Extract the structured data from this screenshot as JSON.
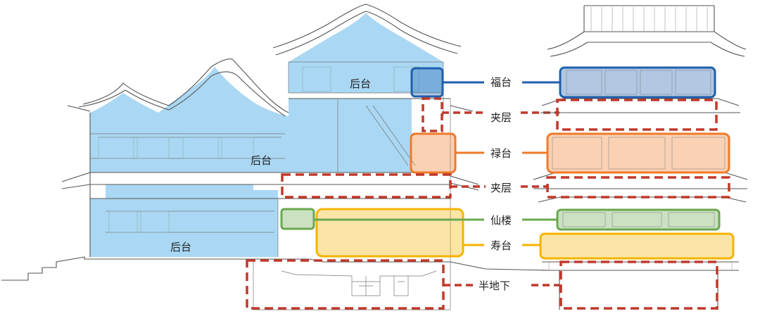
{
  "colors": {
    "fu_tai": "#1f5fad",
    "lu_tai": "#f07a2a",
    "shou_tai": "#f4b400",
    "xian_lou": "#6aa84f",
    "mezzanine": "#c0392b",
    "back_stage": "#8ecbf0"
  },
  "back_stage": {
    "upper": "后台",
    "middle": "后台",
    "lower": "后台"
  },
  "legend": {
    "fu_tai": "福台",
    "mezzanine_upper": "夹层",
    "lu_tai": "禄台",
    "mezzanine_lower": "夹层",
    "xian_lou": "仙楼",
    "shou_tai": "寿台",
    "basement": "半地下"
  }
}
